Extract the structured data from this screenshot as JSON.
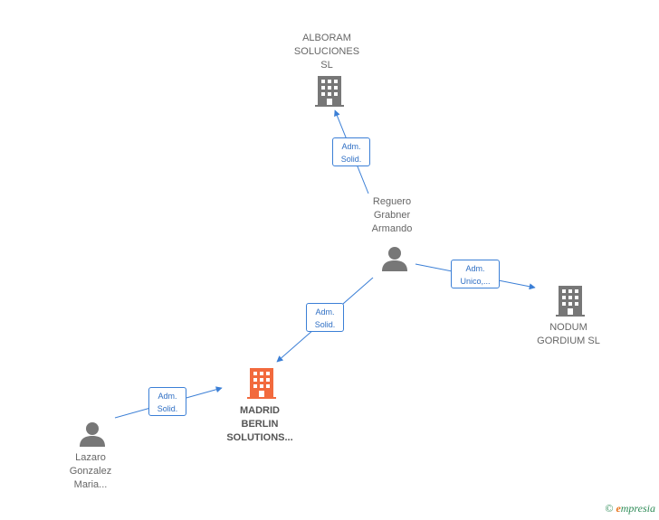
{
  "nodes": {
    "alboram": {
      "label": "ALBORAM\nSOLUCIONES\nSL",
      "kind": "company"
    },
    "reguero": {
      "label": "Reguero\nGrabner\nArmando",
      "kind": "person"
    },
    "nodum": {
      "label": "NODUM\nGORDIUM  SL",
      "kind": "company"
    },
    "madrid": {
      "label": "MADRID\nBERLIN\nSOLUTIONS...",
      "kind": "company-main"
    },
    "lazaro": {
      "label": "Lazaro\nGonzalez\nMaria...",
      "kind": "person"
    }
  },
  "edges": {
    "reguero_alboram": {
      "label": "Adm.\nSolid."
    },
    "reguero_nodum": {
      "label": "Adm.\nUnico,..."
    },
    "reguero_madrid": {
      "label": "Adm.\nSolid."
    },
    "lazaro_madrid": {
      "label": "Adm.\nSolid."
    }
  },
  "footer": {
    "copyright": "©",
    "brand_initial": "e",
    "brand_rest": "mpresia"
  },
  "colors": {
    "edge": "#3b7fd6",
    "icon": "#777777",
    "main_company": "#f26a3d"
  }
}
